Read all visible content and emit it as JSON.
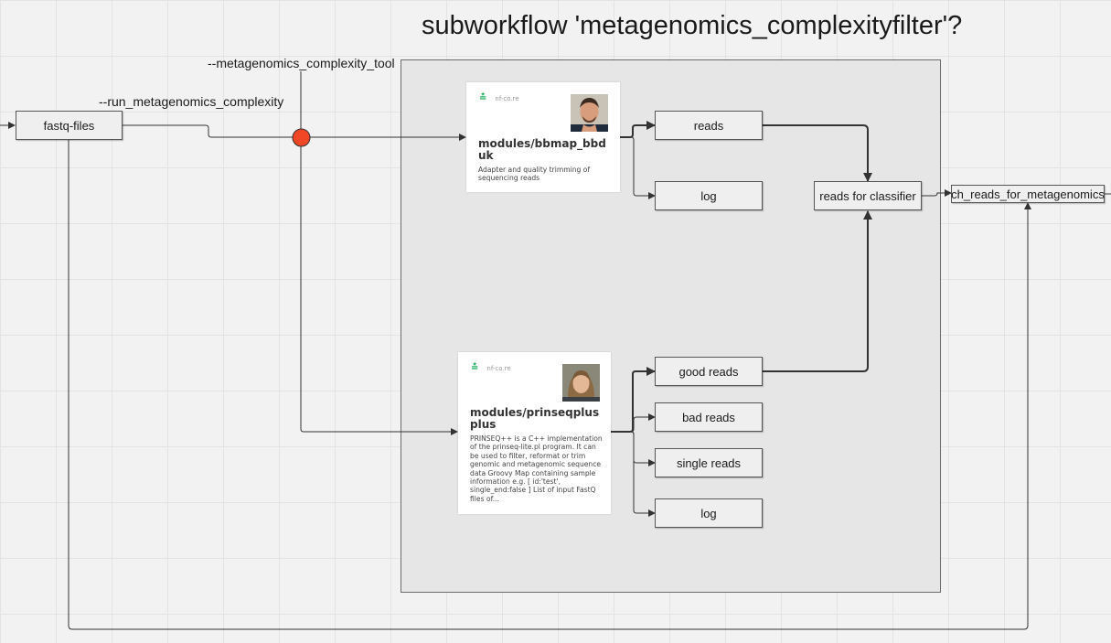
{
  "title": "subworkflow 'metagenomics_complexityfilter'?",
  "params": {
    "tool": "--metagenomics_complexity_tool",
    "run": "--run_metagenomics_complexity"
  },
  "nodes": {
    "fastq": "fastq-files",
    "reads": "reads",
    "log_bbduk": "log",
    "reads_for_classifier": "reads for classifier",
    "ch_out": "ch_reads_for_metagenomics",
    "good_reads": "good reads",
    "bad_reads": "bad reads",
    "single_reads": "single reads",
    "log_prinseq": "log"
  },
  "modules": {
    "bbduk": {
      "site": "nf-co.re",
      "name": "modules/bbmap_bbduk",
      "description": "Adapter and quality trimming of sequencing reads"
    },
    "prinseq": {
      "site": "nf-co.re",
      "name": "modules/prinseqplusplus",
      "description": "PRINSEQ++ is a C++ implementation of the prinseq-lite.pl program. It can be used to filter, reformat or trim genomic and metagenomic sequence data Groovy Map containing sample information e.g. [ id:'test', single_end:false ] List of input FastQ files of..."
    }
  },
  "colors": {
    "junction": "#f24726",
    "frame": "#e6e6e6",
    "logo": "#24b064"
  },
  "icons": {
    "logo": "nf-core-logo-icon",
    "avatar_bbduk": "maintainer-avatar",
    "avatar_prinseq": "maintainer-avatar"
  }
}
